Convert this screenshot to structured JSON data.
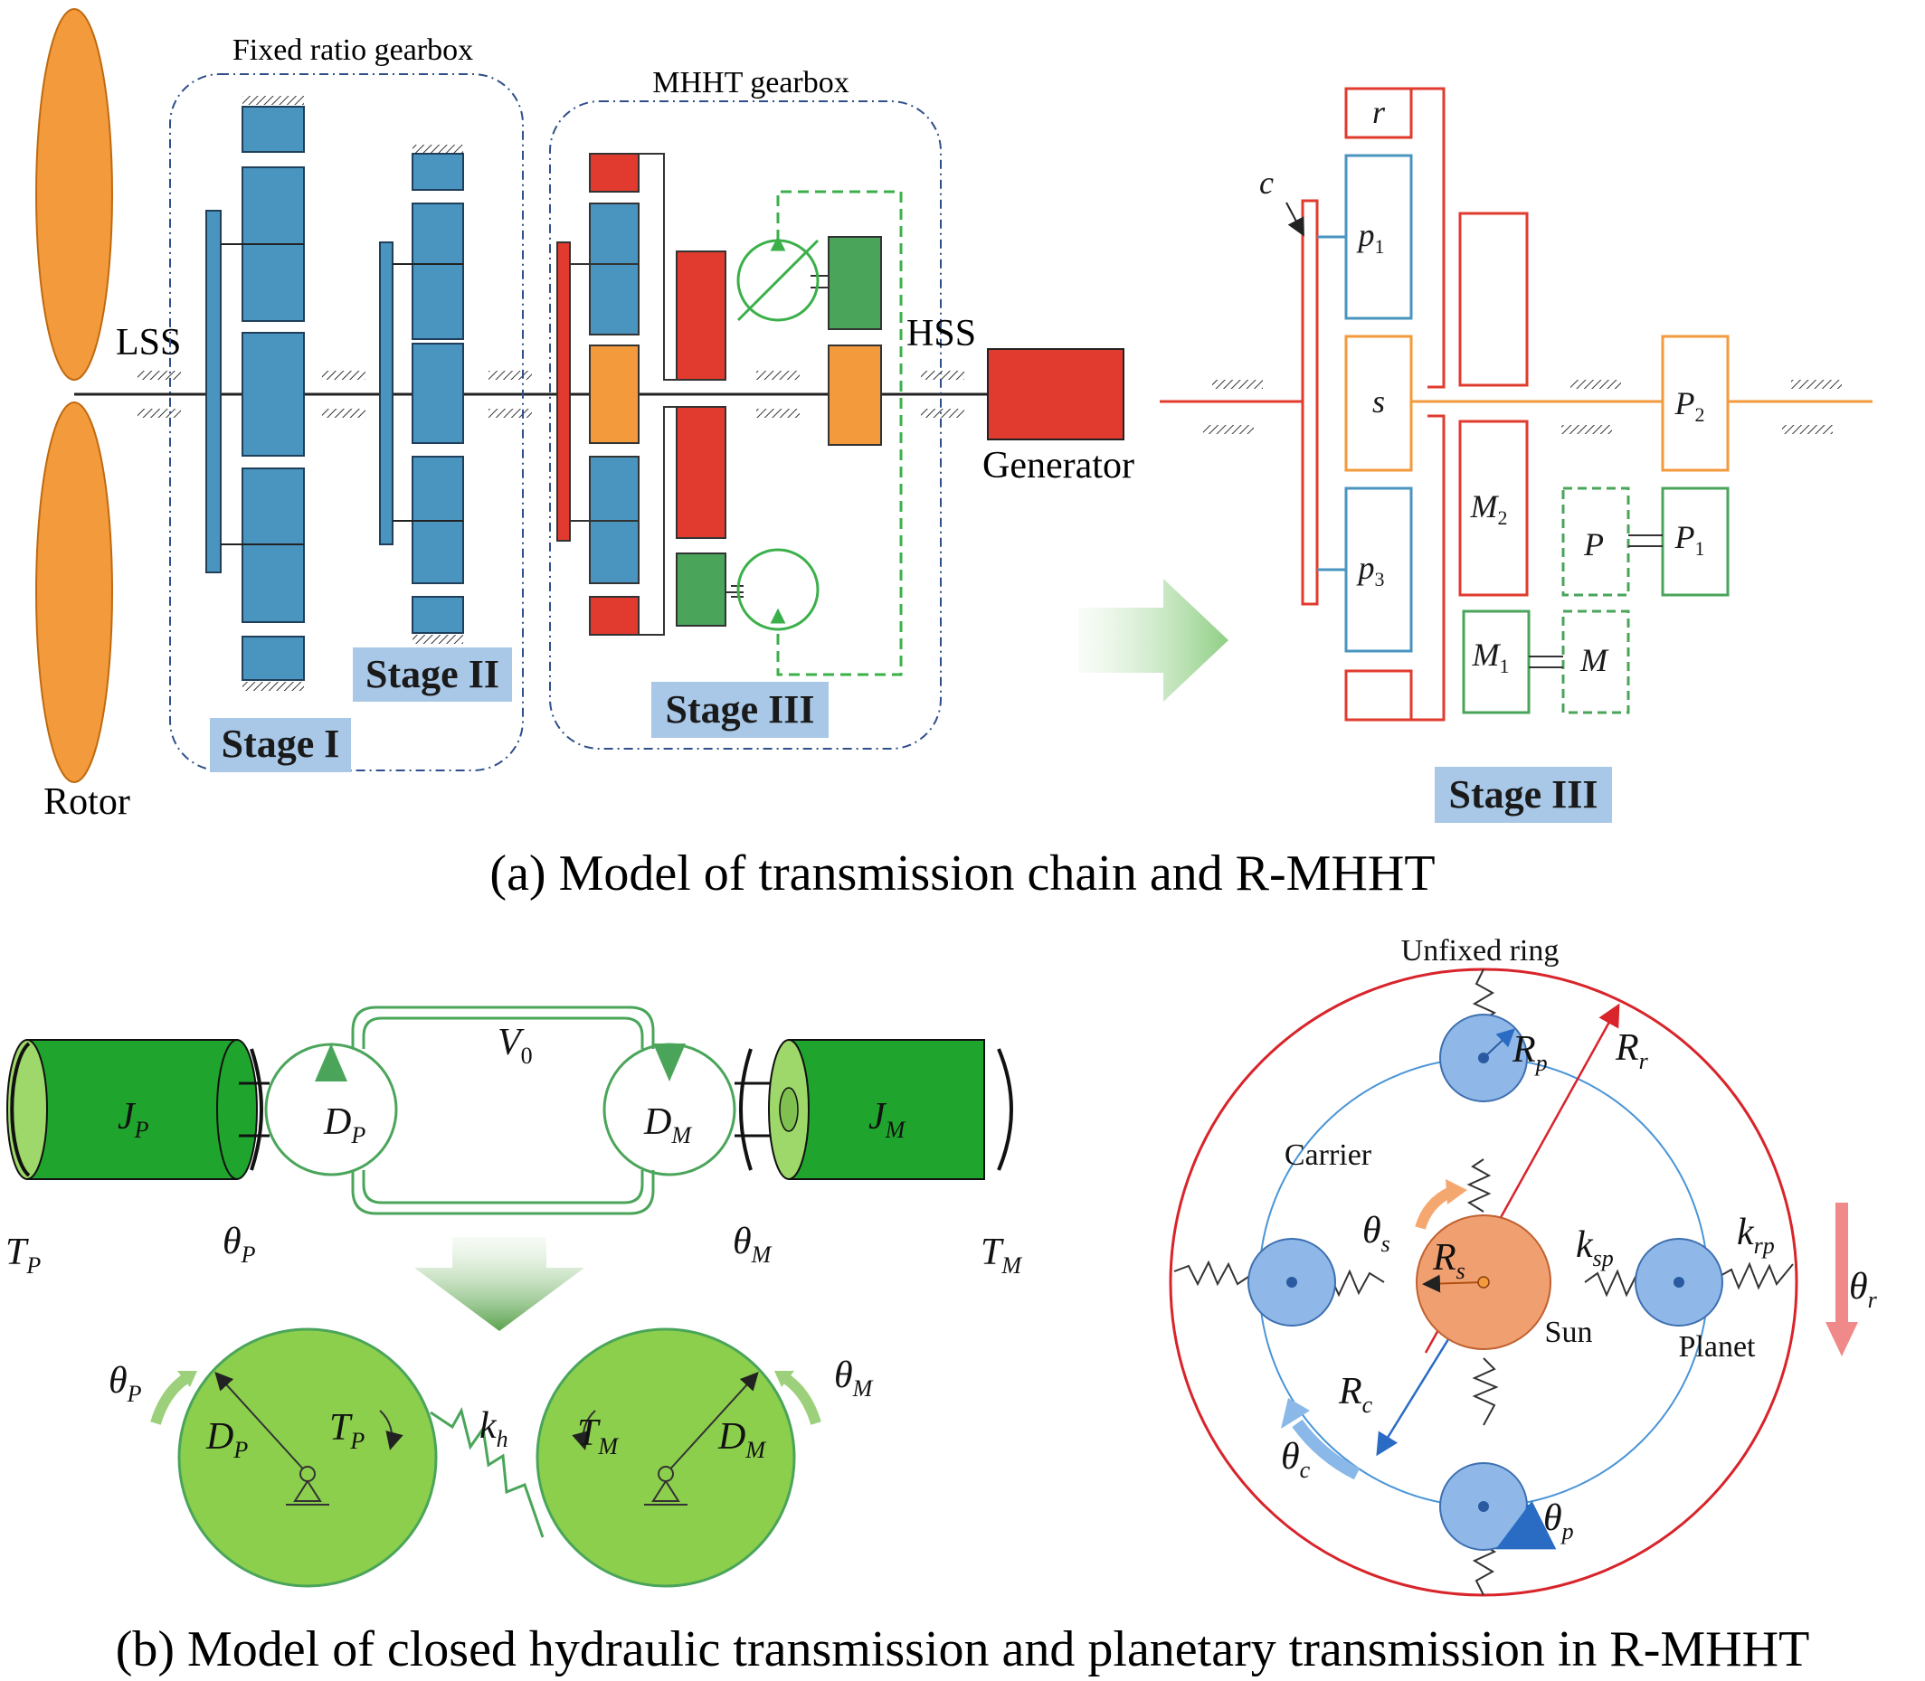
{
  "panel_a": {
    "caption": "(a) Model of transmission chain and R-MHHT",
    "rotor_label": "Rotor",
    "lss_label": "LSS",
    "hss_label": "HSS",
    "generator_label": "Generator",
    "fixed_box_label": "Fixed ratio gearbox",
    "mhht_box_label": "MHHT gearbox",
    "stage1_label": "Stage I",
    "stage2_label": "Stage II",
    "stage3_label": "Stage III",
    "schematic": {
      "ring": "r",
      "carrier": "c",
      "planet1": "p",
      "planet1_sub": "1",
      "sun": "s",
      "planet3": "p",
      "planet3_sub": "3",
      "motor2": "M",
      "motor2_sub": "2",
      "motor1": "M",
      "motor1_sub": "1",
      "motor": "M",
      "pump": "P",
      "pump1": "P",
      "pump1_sub": "1",
      "pump2": "P",
      "pump2_sub": "2",
      "stage_label": "Stage III"
    },
    "colors": {
      "orange": "#f29a3c",
      "blue_gear": "#4a95bf",
      "red": "#e03b2e",
      "green": "#4aa55a",
      "stage_highlight": "#a9c8e8"
    }
  },
  "panel_b": {
    "caption": "(b) Model of closed hydraulic transmission and planetary transmission in R-MHHT",
    "hydraulic": {
      "tp": "T",
      "tp_sub": "P",
      "jp": "J",
      "jp_sub": "P",
      "theta_p": "θ",
      "theta_p_sub": "P",
      "dp": "D",
      "dp_sub": "P",
      "v0": "V",
      "v0_sub": "0",
      "dm": "D",
      "dm_sub": "M",
      "theta_m": "θ",
      "theta_m_sub": "M",
      "jm": "J",
      "jm_sub": "M",
      "tm": "T",
      "tm_sub": "M",
      "kh": "k",
      "kh_sub": "h"
    },
    "planetary": {
      "unfixed_ring_label": "Unfixed ring",
      "carrier_label": "Carrier",
      "sun_label": "Sun",
      "planet_label": "Planet",
      "rr": "R",
      "rr_sub": "r",
      "rp": "R",
      "rp_sub": "p",
      "rs": "R",
      "rs_sub": "s",
      "rc": "R",
      "rc_sub": "c",
      "theta_s": "θ",
      "theta_s_sub": "s",
      "theta_c": "θ",
      "theta_c_sub": "c",
      "theta_r": "θ",
      "theta_r_sub": "r",
      "theta_pl": "θ",
      "theta_pl_sub": "p",
      "ksp": "k",
      "ksp_sub": "sp",
      "krp": "k",
      "krp_sub": "rp"
    }
  }
}
